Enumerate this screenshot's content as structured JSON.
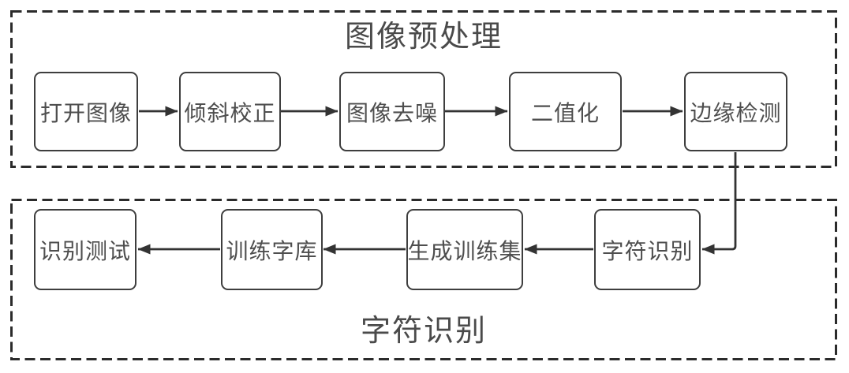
{
  "colors": {
    "background": "#ffffff",
    "box_border": "#3e3e3e",
    "box_text": "#4e4e4e",
    "dashed_container_border": "#2b2b2b",
    "arrow": "#333333"
  },
  "preprocessing": {
    "title": "图像预处理",
    "steps": [
      {
        "label": "打开图像"
      },
      {
        "label": "倾斜校正"
      },
      {
        "label": "图像去噪"
      },
      {
        "label": "二值化"
      },
      {
        "label": "边缘检测"
      }
    ]
  },
  "recognition": {
    "title": "字符识别",
    "steps": [
      {
        "label": "字符识别"
      },
      {
        "label": "生成训练集"
      },
      {
        "label": "训练字库"
      },
      {
        "label": "识别测试"
      }
    ]
  }
}
